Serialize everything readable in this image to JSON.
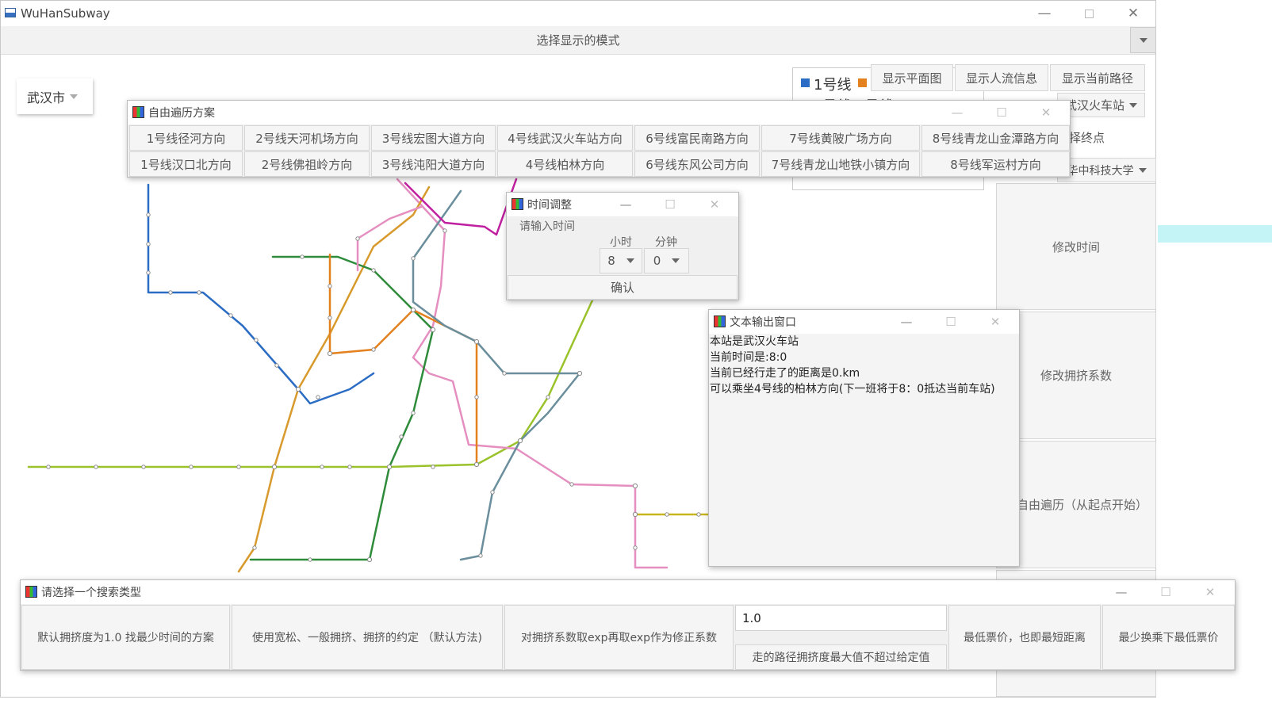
{
  "window": {
    "title": "WuHanSubway"
  },
  "toolbar": {
    "mode_label": "选择显示的模式"
  },
  "city_select": {
    "value": "武汉市"
  },
  "mode_buttons": [
    "显示平面图",
    "显示人流信息",
    "显示当前路径"
  ],
  "legend": {
    "first_label": "1号线",
    "partial_label": "2号线 3号线"
  },
  "station_select": {
    "value": "武汉火车站"
  },
  "endpoint_label": "择终点",
  "end_station_select": {
    "value": "华中科技大学"
  },
  "right_panel": [
    "修改时间",
    "修改拥挤系数",
    "自由遍历（从起点开始）"
  ],
  "traverse_dialog": {
    "title": "自由遍历方案",
    "row1": [
      "1号线径河方向",
      "2号线天河机场方向",
      "3号线宏图大道方向",
      "4号线武汉火车站方向",
      "6号线富民南路方向",
      "7号线黄陂广场方向",
      "8号线青龙山金潭路方向"
    ],
    "row2": [
      "1号线汉口北方向",
      "2号线佛祖岭方向",
      "3号线沌阳大道方向",
      "4号线柏林方向",
      "6号线东风公司方向",
      "7号线青龙山地铁小镇方向",
      "8号线军运村方向"
    ]
  },
  "time_dialog": {
    "title": "时间调整",
    "prompt": "请输入时间",
    "hour_label": "小时",
    "minute_label": "分钟",
    "hour_value": "8",
    "minute_value": "0",
    "confirm": "确认"
  },
  "text_output": {
    "title": "文本输出窗口",
    "lines": [
      "本站是武汉火车站",
      "当前时间是:8:0",
      "当前已经行走了的距离是0.km",
      "可以乘坐4号线的柏林方向(下一班将于8：0抵达当前车站)"
    ]
  },
  "search_dialog": {
    "title": "请选择一个搜索类型",
    "b1": "默认拥挤度为1.0 找最少时间的方案",
    "b2": "使用宽松、一般拥挤、拥挤的约定 （默认方法)",
    "b3": "对拥挤系数取exp再取exp作为修正系数",
    "input_value": "1.0",
    "b4": "走的路径拥挤度最大值不超过给定值",
    "b5": "最低票价，也即最短距离",
    "b6": "最少换乘下最低票价"
  },
  "line_colors": {
    "l1": "#2b6cc4",
    "l2": "#e58ec0",
    "l3": "#d89a2c",
    "l4": "#9ac22a",
    "l6": "#2e8b3a",
    "l7": "#e2811e",
    "l8": "#6a8e9c",
    "l11": "#c8b41c",
    "l21": "#c020a0",
    "l5": "#d0a020"
  }
}
